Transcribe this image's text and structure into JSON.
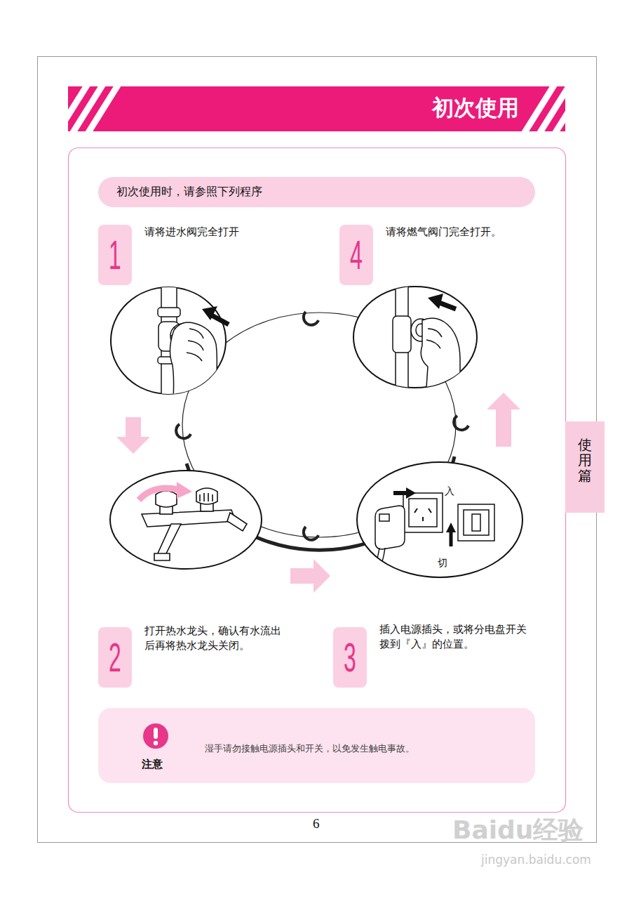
{
  "diagram": {
    "title": "初次使用",
    "nodes": [
      {
        "text": [
          "初次使用时，请参照下列程序"
        ]
      },
      {
        "text": [
          "1",
          "请将进水阀完全打开"
        ]
      },
      {
        "text": [
          "2",
          "打开热水龙头，确认有水流出后再将热水龙头关闭。"
        ]
      },
      {
        "text": [
          "3",
          "插入电源插头，或将分电盘开关拨到『入』的位置。"
        ]
      },
      {
        "text": [
          "4",
          "请将燃气阀门完全打开。"
        ]
      },
      {
        "text": [
          "注意",
          "湿手请勿接触电源插头和开关，以免发生触电事故。"
        ]
      },
      {
        "text": [
          "使用篇"
        ]
      }
    ],
    "edges": [
      {
        "from": 1,
        "to": 2,
        "arrow": "to"
      },
      {
        "from": 2,
        "to": 3,
        "arrow": "to"
      },
      {
        "from": 3,
        "to": 4,
        "arrow": "to"
      }
    ],
    "labels": [
      "入",
      "切",
      "6",
      "Baidu经验",
      "jingyan.baidu.com"
    ]
  }
}
